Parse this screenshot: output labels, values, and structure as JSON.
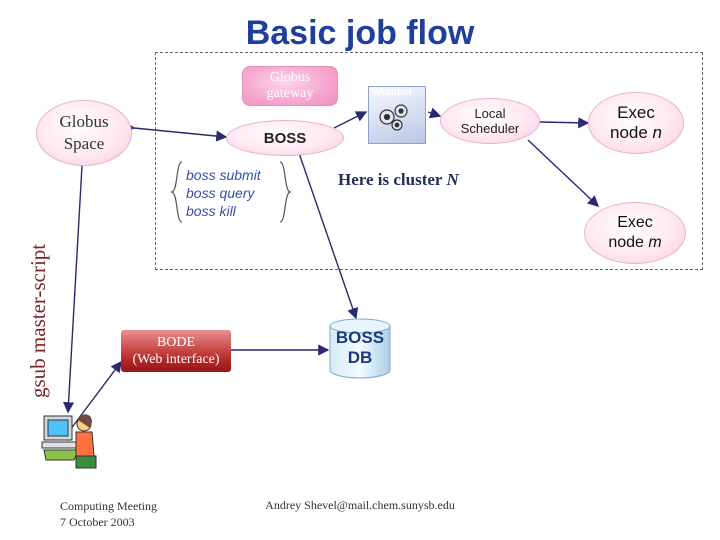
{
  "title": "Basic job flow",
  "nodes": {
    "globus_gateway": [
      "Globus",
      "gateway"
    ],
    "globus_space": [
      "Globus",
      "Space"
    ],
    "boss": "BOSS",
    "wrapper": "Wrapper",
    "local_scheduler": [
      "Local",
      "Scheduler"
    ],
    "exec_node_n": {
      "line1": "Exec",
      "line2_prefix": "node ",
      "line2_var": "n"
    },
    "exec_node_m": {
      "line1": "Exec",
      "line2_prefix": "node ",
      "line2_var": "m"
    },
    "bode": [
      "BODE",
      "(Web interface)"
    ],
    "boss_db": [
      "BOSS",
      "DB"
    ]
  },
  "commands": [
    "boss submit",
    "boss query",
    "boss kill"
  ],
  "cluster_note": {
    "text": "Here is cluster ",
    "var": "N"
  },
  "side_label": "gsub master-script",
  "footer": {
    "left": [
      "Computing Meeting",
      "7 October 2003"
    ],
    "center": "Andrey Shevel@mail.chem.sunysb.edu"
  },
  "colors": {
    "title": "#1f3f9f",
    "arrow": "#2a2a6e",
    "ellipse_fill": "#ffe8f2",
    "bode_fill": "#b52828"
  },
  "icons": [
    "gears-icon",
    "user-at-computer-icon",
    "database-icon"
  ]
}
